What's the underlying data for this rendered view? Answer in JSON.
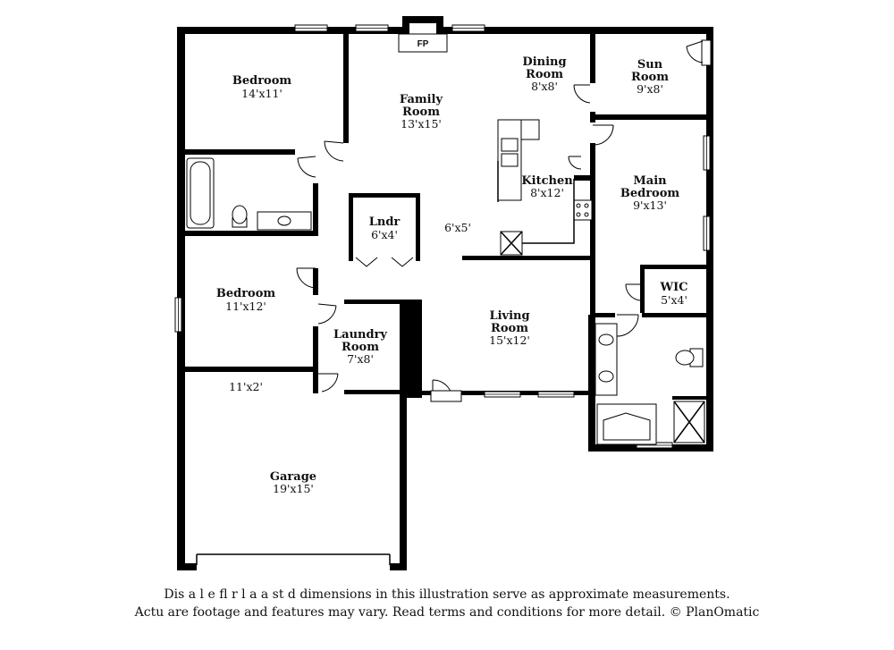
{
  "rooms": {
    "bedroom_1": {
      "name": "Bedroom",
      "size": "14'x11'"
    },
    "family_room": {
      "name_line1": "Family",
      "name_line2": "Room",
      "size": "13'x15'"
    },
    "dining_room": {
      "name_line1": "Dining",
      "name_line2": "Room",
      "size": "8'x8'"
    },
    "sun_room": {
      "name_line1": "Sun",
      "name_line2": "Room",
      "size": "9'x8'"
    },
    "kitchen": {
      "name": "Kitchen",
      "size": "8'x12'"
    },
    "main_bedroom": {
      "name_line1": "Main",
      "name_line2": "Bedroom",
      "size": "9'x13'"
    },
    "lndr": {
      "name": "Lndr",
      "size": "6'x4'"
    },
    "hall": {
      "size": "6'x5'"
    },
    "bedroom_2": {
      "name": "Bedroom",
      "size": "11'x12'"
    },
    "wic": {
      "name": "WIC",
      "size": "5'x4'"
    },
    "laundry_room": {
      "name_line1": "Laundry",
      "name_line2": "Room",
      "size": "7'x8'"
    },
    "living_room": {
      "name_line1": "Living",
      "name_line2": "Room",
      "size": "15'x12'"
    },
    "storage": {
      "size": "11'x2'"
    },
    "garage": {
      "name": "Garage",
      "size": "19'x15'"
    }
  },
  "fireplace_label": "FP",
  "disclaimer": {
    "line1": "Dis    a     l e fl   r  l  a  a  st  d dimensions in this illustration serve as approximate measurements.",
    "line2": "Actu    are footage and features may vary. Read terms and conditions for more detail. © PlanOmatic"
  }
}
